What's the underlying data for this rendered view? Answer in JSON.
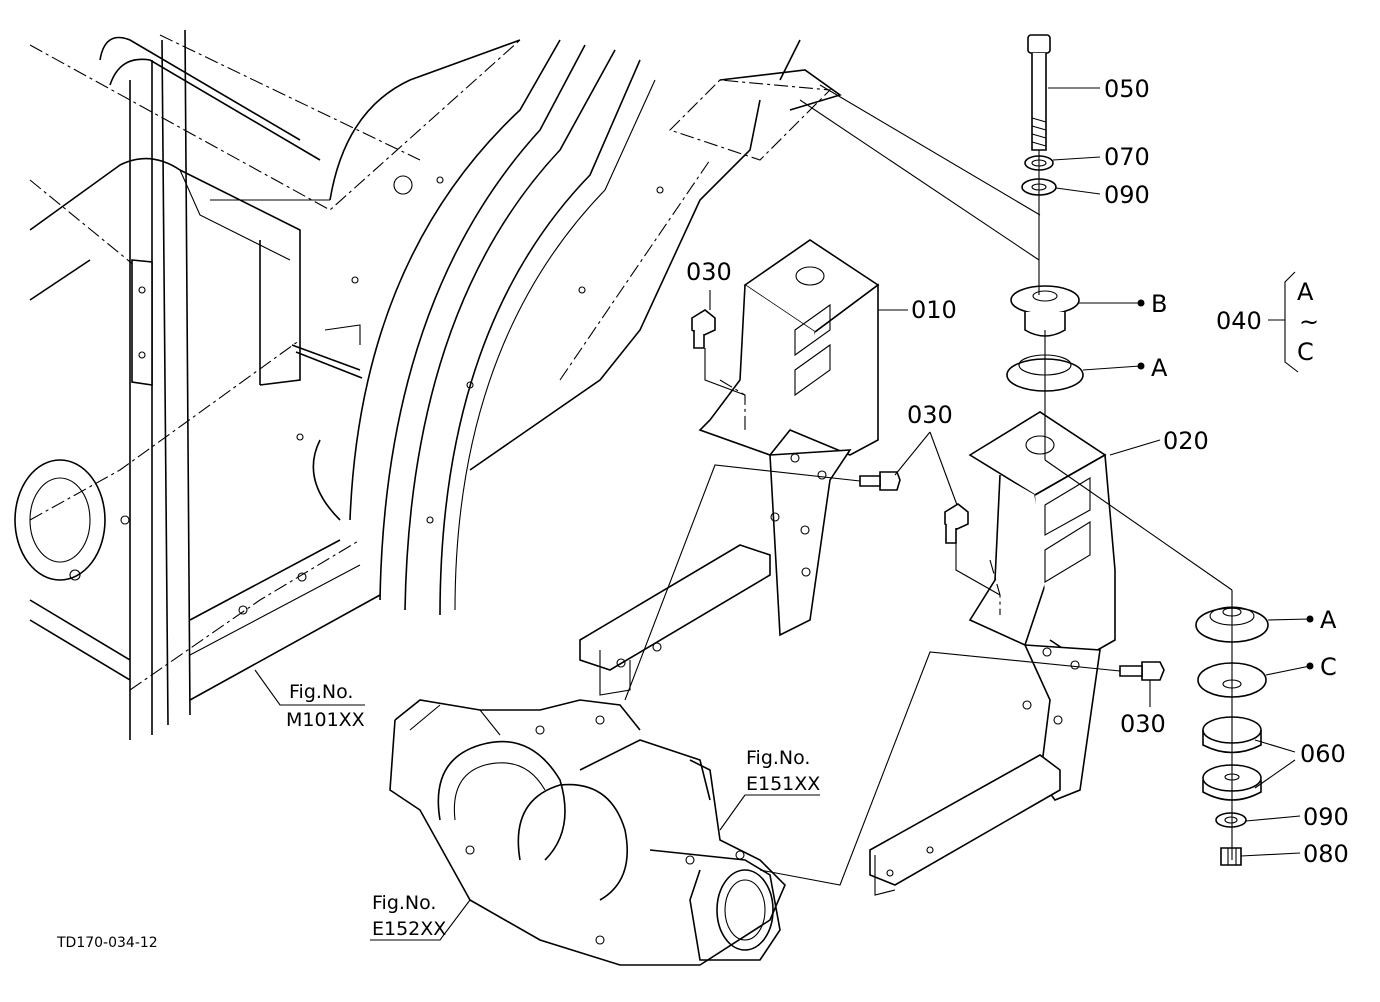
{
  "drawing": {
    "code": "TD170-034-12",
    "figure_refs": [
      {
        "id": "m101",
        "title": "Fig.No.",
        "code": "M101XX"
      },
      {
        "id": "e151",
        "title": "Fig.No.",
        "code": "E151XX"
      },
      {
        "id": "e152",
        "title": "Fig.No.",
        "code": "E152XX"
      }
    ],
    "parts": {
      "p010": "010",
      "p020": "020",
      "p030_a": "030",
      "p030_b": "030",
      "p030_c": "030",
      "p040": "040",
      "p050": "050",
      "p060": "060",
      "p070": "070",
      "p080": "080",
      "p090_top": "090",
      "p090_bottom": "090"
    },
    "variants": {
      "b_upper": "B",
      "a_upper": "A",
      "a_lower": "A",
      "c_lower": "C",
      "range_start": "A",
      "range_sep": "~",
      "range_end": "C"
    }
  }
}
